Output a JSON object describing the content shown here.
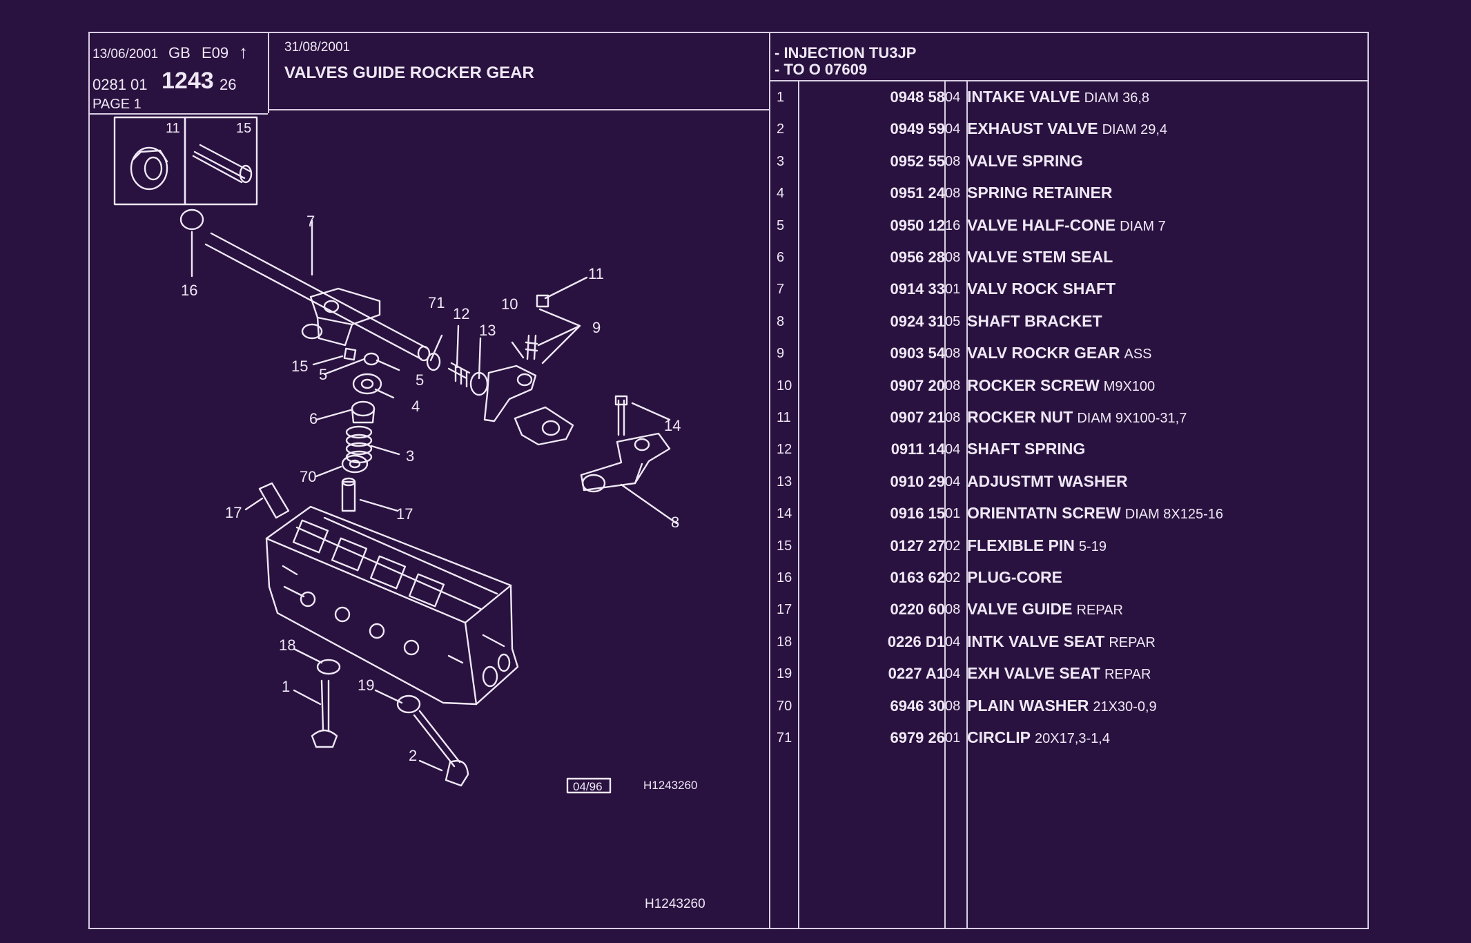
{
  "header": {
    "date_left": "13/06/2001",
    "lang": "GB",
    "code": "E09",
    "ref_prefix": "0281 01",
    "ref_main": "1243",
    "ref_suffix": "26",
    "page": "PAGE 1",
    "date_mid": "31/08/2001",
    "title": "VALVES GUIDE ROCKER GEAR",
    "engine_line1": "- INJECTION TU3JP",
    "engine_line2": "- TO  O   07609"
  },
  "inset": {
    "label_a": "11",
    "label_b": "15"
  },
  "diagram": {
    "stamp_date": "04/96",
    "stamp_ref": "H1243260",
    "footer_ref": "H1243260",
    "callouts": [
      "7",
      "16",
      "11",
      "71",
      "12",
      "10",
      "13",
      "9",
      "15",
      "5",
      "5",
      "4",
      "6",
      "3",
      "14",
      "70",
      "17",
      "17",
      "8",
      "18",
      "1",
      "19",
      "2"
    ]
  },
  "parts": [
    {
      "idx": "1",
      "ref": "0948 58",
      "qty": "04",
      "name": "INTAKE VALVE",
      "ext": "DIAM 36,8"
    },
    {
      "idx": "2",
      "ref": "0949 59",
      "qty": "04",
      "name": "EXHAUST VALVE",
      "ext": "DIAM 29,4"
    },
    {
      "idx": "3",
      "ref": "0952 55",
      "qty": "08",
      "name": "VALVE SPRING",
      "ext": ""
    },
    {
      "idx": "4",
      "ref": "0951 24",
      "qty": "08",
      "name": "SPRING RETAINER",
      "ext": ""
    },
    {
      "idx": "5",
      "ref": "0950 12",
      "qty": "16",
      "name": "VALVE HALF-CONE",
      "ext": "DIAM 7"
    },
    {
      "idx": "6",
      "ref": "0956 28",
      "qty": "08",
      "name": "VALVE STEM SEAL",
      "ext": ""
    },
    {
      "idx": "7",
      "ref": "0914 33",
      "qty": "01",
      "name": "VALV ROCK SHAFT",
      "ext": ""
    },
    {
      "idx": "8",
      "ref": "0924 31",
      "qty": "05",
      "name": "SHAFT BRACKET",
      "ext": ""
    },
    {
      "idx": "9",
      "ref": "0903 54",
      "qty": "08",
      "name": "VALV ROCKR GEAR",
      "ext": "ASS"
    },
    {
      "idx": "10",
      "ref": "0907 20",
      "qty": "08",
      "name": "ROCKER SCREW",
      "ext": "M9X100"
    },
    {
      "idx": "11",
      "ref": "0907 21",
      "qty": "08",
      "name": "ROCKER NUT",
      "ext": "DIAM 9X100-31,7"
    },
    {
      "idx": "12",
      "ref": "0911 14",
      "qty": "04",
      "name": "SHAFT SPRING",
      "ext": ""
    },
    {
      "idx": "13",
      "ref": "0910 29",
      "qty": "04",
      "name": "ADJUSTMT WASHER",
      "ext": ""
    },
    {
      "idx": "14",
      "ref": "0916 15",
      "qty": "01",
      "name": "ORIENTATN SCREW",
      "ext": "DIAM 8X125-16"
    },
    {
      "idx": "15",
      "ref": "0127 27",
      "qty": "02",
      "name": "FLEXIBLE PIN",
      "ext": "5-19"
    },
    {
      "idx": "16",
      "ref": "0163 62",
      "qty": "02",
      "name": "PLUG-CORE",
      "ext": ""
    },
    {
      "idx": "17",
      "ref": "0220 60",
      "qty": "08",
      "name": "VALVE GUIDE",
      "ext": "REPAR"
    },
    {
      "idx": "18",
      "ref": "0226 D1",
      "qty": "04",
      "name": "INTK VALVE SEAT",
      "ext": "REPAR"
    },
    {
      "idx": "19",
      "ref": "0227 A1",
      "qty": "04",
      "name": "EXH VALVE SEAT",
      "ext": "REPAR"
    },
    {
      "idx": "70",
      "ref": "6946 30",
      "qty": "08",
      "name": "PLAIN WASHER",
      "ext": "21X30-0,9"
    },
    {
      "idx": "71",
      "ref": "6979 26",
      "qty": "01",
      "name": "CIRCLIP",
      "ext": "20X17,3-1,4"
    }
  ],
  "colors": {
    "background": "#2a1240",
    "ink": "#efe8f5"
  }
}
